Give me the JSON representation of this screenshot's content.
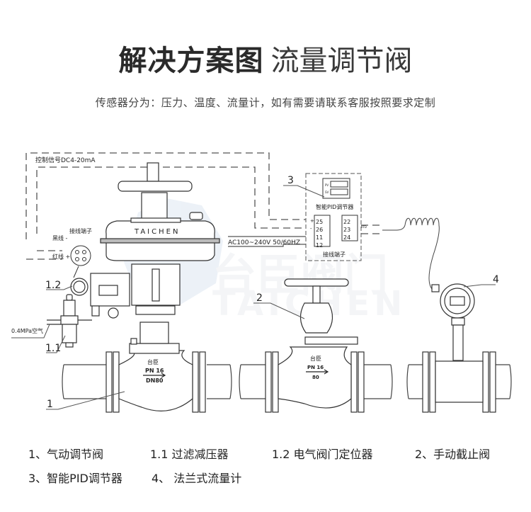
{
  "header": {
    "title_bold": "解决方案图",
    "title_light": "流量调节阀",
    "subtitle": "传感器分为：压力、温度、流量计，如有需要请联系客服按照要求定制"
  },
  "diagram": {
    "watermark": {
      "cn": "台臣阀门",
      "en": "TAICHEN"
    },
    "actuator_brand": "TAICHEN",
    "control_signal": "控制信号DC4-20mA",
    "terminal_block_label": "接线端子",
    "black_wire": "黑线 -",
    "red_wire": "红线 +",
    "air_supply": "0.4MPa空气",
    "power_supply": "AC100~240V 50/60HZ",
    "pid_label": "智能PID调节器",
    "pid_pv": "PV",
    "pid_sv": "SV",
    "pid_terminals_label": "接线端子",
    "pid_plus": "+",
    "pid_minus": "-",
    "terminals_left": [
      "25",
      "26",
      "11",
      "12"
    ],
    "terminals_right": [
      "22",
      "23",
      "24"
    ],
    "rtd_label": "RTD",
    "valve1_brand": "台臣",
    "valve1_pn": "PN 16",
    "valve1_dn": "DN80",
    "valve2_brand": "台臣",
    "valve2_pn": "PN 16",
    "valve2_dn": "80",
    "callouts": {
      "c1": "1",
      "c1_1": "1.1",
      "c1_2": "1.2",
      "c2": "2",
      "c3": "3",
      "c4": "4"
    }
  },
  "legend": {
    "items": [
      "1、气动调节阀",
      "1.1 过滤减压器",
      "1.2 电气阀门定位器",
      "2、手动截止阀",
      "3、智能PID调节器",
      "4、 法兰式流量计"
    ]
  }
}
